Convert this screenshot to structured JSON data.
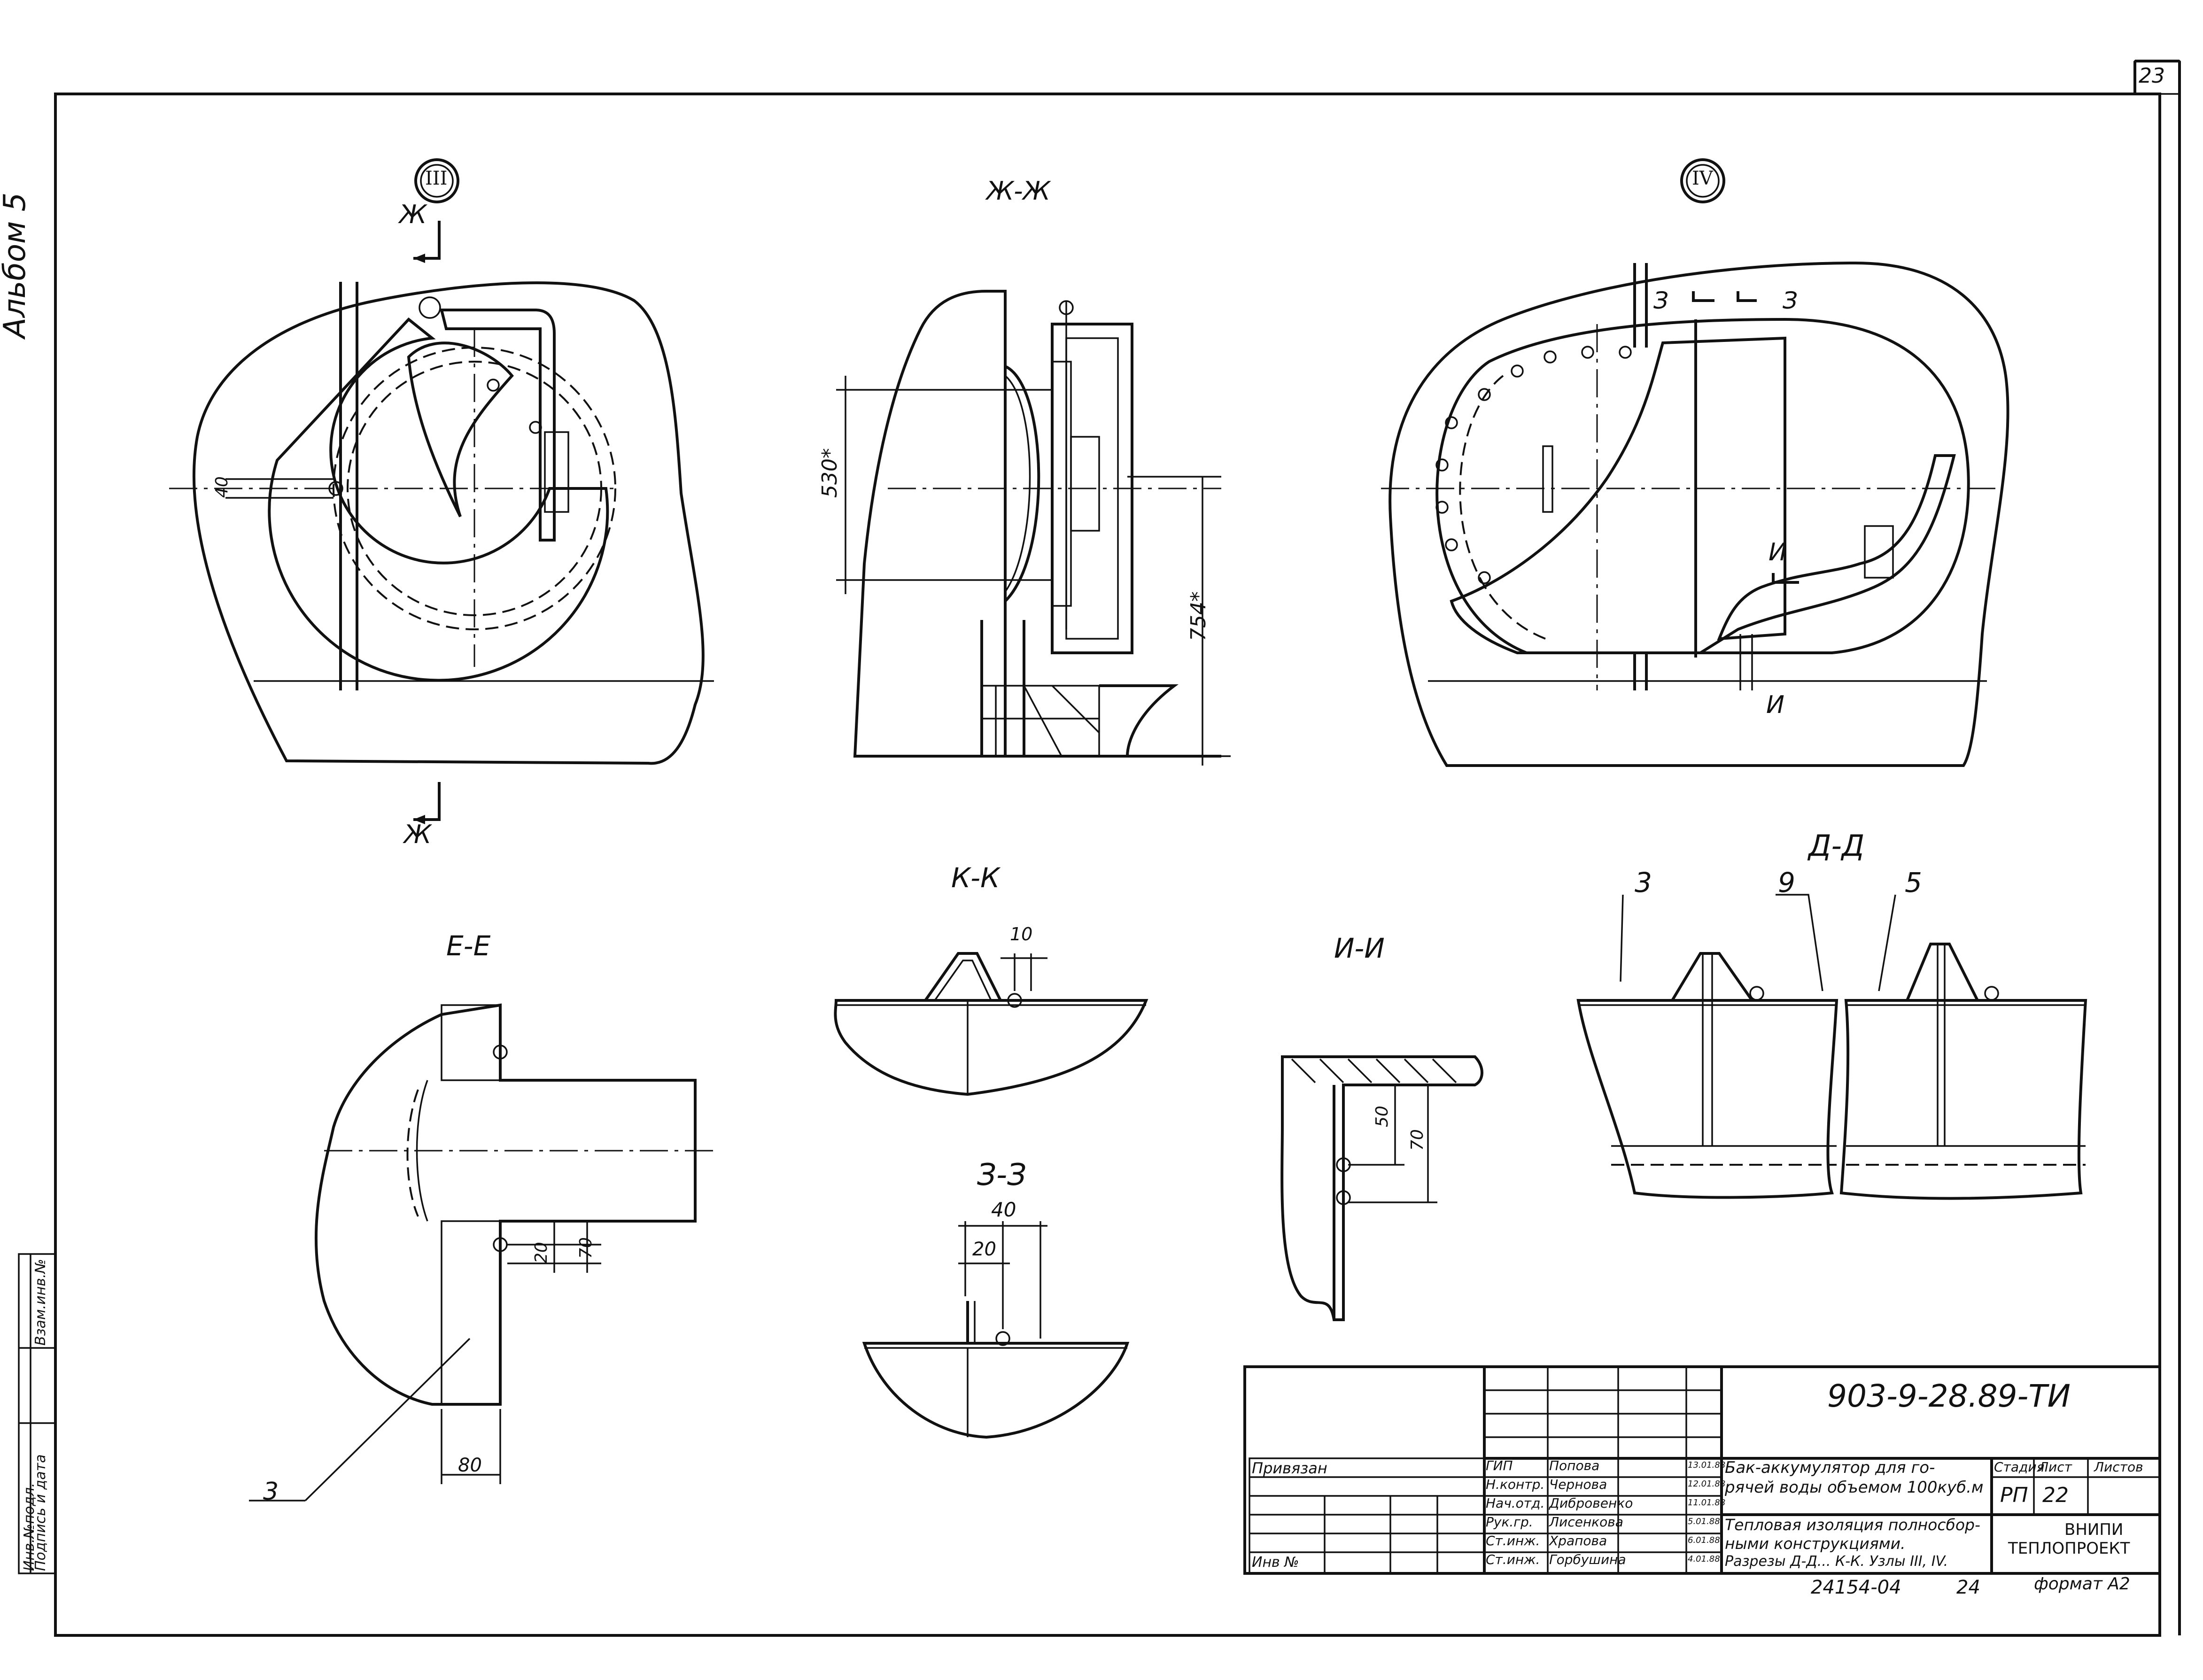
{
  "sheet": {
    "page_number": "23",
    "album_label": "Альбом 5",
    "format_label": "формат А2",
    "archive_number": "24154-04",
    "archive_sheet": "24"
  },
  "views": {
    "node_3_marker": "III",
    "node_4_marker": "IV",
    "section_zh": "Ж-Ж",
    "section_k": "К-К",
    "section_e": "Е-Е",
    "section_i": "И-И",
    "section_z": "З-З",
    "section_d": "Д-Д",
    "cut_zh_top": "Ж",
    "cut_zh_bottom": "Ж",
    "cut_z_left": "З",
    "cut_z_right": "З",
    "cut_i_top": "И",
    "cut_i_bottom": "И"
  },
  "dimensions": {
    "d_40_node3": "40",
    "d_530": "530*",
    "d_754": "754*",
    "d_10_kk": "10",
    "d_40_zz": "40",
    "d_20_zz": "20",
    "d_50_ii": "50",
    "d_70_ii": "70",
    "d_20_ee": "20",
    "d_70_ee": "70",
    "d_80_ee": "80",
    "pos_3_ee": "3",
    "pos_3_dd": "3",
    "pos_9_dd": "9",
    "pos_5_dd": "5"
  },
  "title_block": {
    "doc_code": "903-9-28.89-ТИ",
    "privyazan": "Привязан",
    "inv_no": "Инв №",
    "title_1": "Бак-аккумулятор для го-",
    "title_2": "рячей воды объемом 100куб.м",
    "desc_1": "Тепловая изоляция полносбор-",
    "desc_2": "ными конструкциями.",
    "desc_3": "Разрезы Д-Д... К-К. Узлы III, IV.",
    "stage_header": "Стадия",
    "sheet_header": "Лист",
    "sheets_header": "Листов",
    "stage_value": "РП",
    "sheet_value": "22",
    "org_1": "ВНИПИ",
    "org_2": "ТЕПЛОПРОЕКТ",
    "signers": [
      {
        "role": "ГИП",
        "name": "Попова",
        "date": "13.01.88"
      },
      {
        "role": "Н.контр.",
        "name": "Чернова",
        "date": "12.01.88"
      },
      {
        "role": "Нач.отд.",
        "name": "Дибровенко",
        "date": "11.01.88"
      },
      {
        "role": "Рук.гр.",
        "name": "Лисенкова",
        "date": "5.01.88"
      },
      {
        "role": "Ст.инж.",
        "name": "Храпова",
        "date": "6.01.88"
      },
      {
        "role": "Ст.инж.",
        "name": "Горбушина",
        "date": "4.01.88"
      }
    ]
  },
  "side_stamp": {
    "col_1": "Инв.№подл.",
    "col_2": "Подпись и дата",
    "col_3": "Взам.инв.№"
  }
}
